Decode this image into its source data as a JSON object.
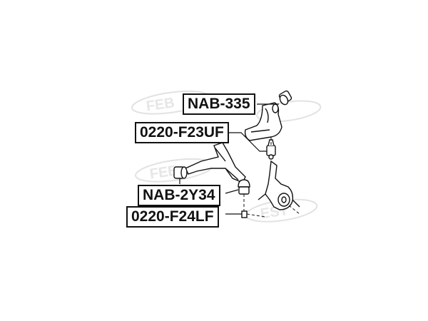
{
  "labels": {
    "upper_arm_bushing": "NAB-335",
    "upper_ball_joint": "0220-F23UF",
    "lower_arm_bushing": "NAB-2Y34",
    "lower_ball_joint": "0220-F24LF"
  },
  "watermark": {
    "text": "FEBEST",
    "color": "#dcdcdc"
  },
  "colors": {
    "line": "#111111",
    "label_border": "#111111",
    "background": "#ffffff"
  }
}
